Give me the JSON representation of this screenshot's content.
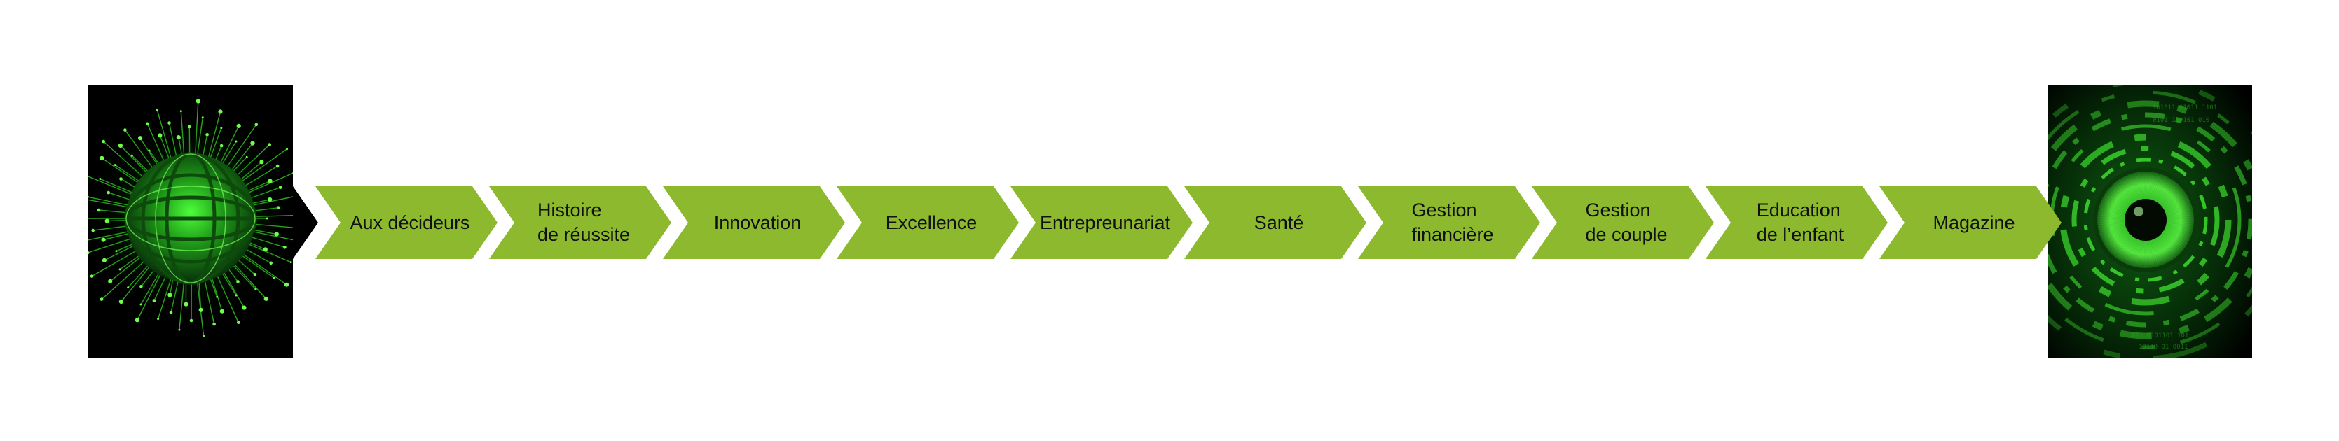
{
  "colors": {
    "chevron": "#8db92e",
    "panel_bg": "#000000",
    "glow": "#38e028"
  },
  "steps": [
    {
      "label": "Aux décideurs"
    },
    {
      "label": "Histoire\nde réussite"
    },
    {
      "label": "Innovation"
    },
    {
      "label": "Excellence"
    },
    {
      "label": "Entrepreunariat"
    },
    {
      "label": "Santé"
    },
    {
      "label": "Gestion\nfinancière"
    },
    {
      "label": "Gestion\nde couple"
    },
    {
      "label": "Education\nde l’enfant"
    },
    {
      "label": "Magazine"
    }
  ],
  "images": [
    {
      "icon": "digital-globe-icon"
    },
    {
      "icon": "cyber-eye-icon"
    }
  ]
}
